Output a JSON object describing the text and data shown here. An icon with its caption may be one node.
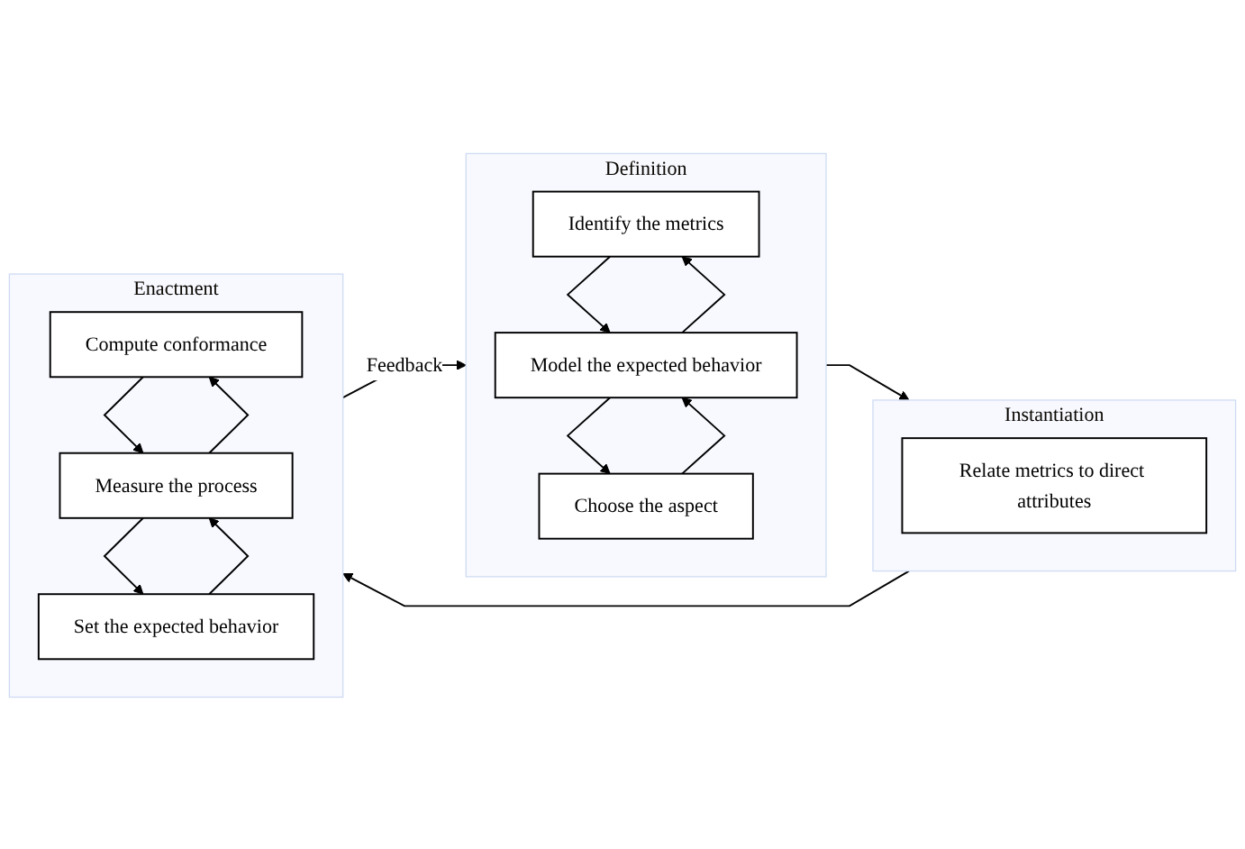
{
  "diagram": {
    "nodes": [
      {
        "text": [
          "Definition"
        ]
      },
      {
        "text": [
          "Identify the metrics"
        ],
        "in": 0
      },
      {
        "text": [
          "Model the expected behavior"
        ],
        "in": 0
      },
      {
        "text": [
          "Choose the aspect"
        ],
        "in": 0
      },
      {
        "text": [
          "Instantiation"
        ]
      },
      {
        "text": [
          "Relate metrics to direct attributes"
        ],
        "in": 4
      },
      {
        "text": [
          "Enactment"
        ]
      },
      {
        "text": [
          "Compute conformance"
        ],
        "in": 6
      },
      {
        "text": [
          "Measure the process"
        ],
        "in": 6
      },
      {
        "text": [
          "Set the expected behavior"
        ],
        "in": 6
      }
    ],
    "edges": [
      {
        "from": 2,
        "to": 1,
        "arrow": "to"
      },
      {
        "from": 1,
        "to": 2,
        "arrow": "to"
      },
      {
        "from": 3,
        "to": 2,
        "arrow": "to"
      },
      {
        "from": 2,
        "to": 3,
        "arrow": "to"
      },
      {
        "from": 0,
        "to": 4,
        "arrow": "to"
      },
      {
        "from": 4,
        "to": 6,
        "arrow": "to"
      },
      {
        "from": 8,
        "to": 7,
        "arrow": "to"
      },
      {
        "from": 7,
        "to": 8,
        "arrow": "to"
      },
      {
        "from": 9,
        "to": 8,
        "arrow": "to"
      },
      {
        "from": 8,
        "to": 9,
        "arrow": "to"
      },
      {
        "from": 6,
        "to": 0,
        "arrow": "to",
        "label": "Feedback"
      }
    ]
  }
}
